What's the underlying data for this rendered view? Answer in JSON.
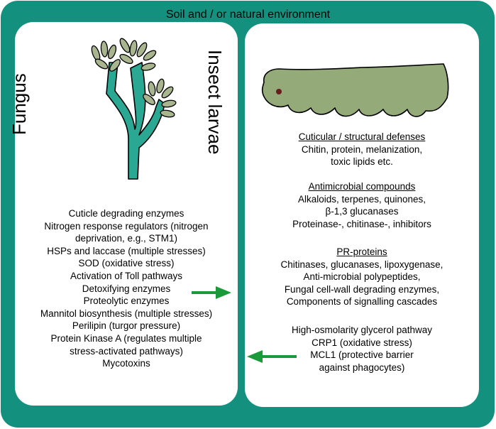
{
  "environment_title": "Soil and / or natural environment",
  "fungus": {
    "label": "Fungus",
    "items": [
      "Cuticle degrading enzymes",
      "Nitrogen response regulators (nitrogen",
      "deprivation, e.g., STM1)",
      "HSPs and laccase (multiple stresses)",
      "SOD (oxidative stress)",
      "Activation of Toll pathways",
      "Detoxifying enzymes",
      "Proteolytic enzymes",
      "Mannitol biosynthesis (multiple stresses)",
      "Perilipin (turgor pressure)",
      "Protein Kinase A (regulates multiple",
      "stress-activated pathways)",
      "Mycotoxins"
    ]
  },
  "insect": {
    "label": "Insect larvae",
    "cuticular": {
      "heading": "Cuticular / structural defenses",
      "lines": [
        "Chitin, protein, melanization,",
        "toxic lipids etc."
      ]
    },
    "antimicrobial": {
      "heading": "Antimicrobial compounds",
      "lines": [
        "Alkaloids, terpenes, quinones,",
        "β-1,3 glucanases",
        "Proteinase-, chitinase-, inhibitors"
      ]
    },
    "pr_proteins": {
      "heading": "PR-proteins",
      "lines": [
        "Chitinases, glucanases, lipoxygenase,",
        "Anti-microbial polypeptides,",
        "Fungal cell-wall degrading enzymes,",
        "Components of signalling cascades"
      ]
    },
    "fungal_virulence": {
      "lines": [
        "High-osmolarity glycerol pathway",
        "CRP1 (oxidative stress)",
        "MCL1 (protective barrier",
        "against phagocytes)"
      ]
    }
  },
  "colors": {
    "frame": "#14917e",
    "panel": "#ffffff",
    "arrow": "#1a9a3a",
    "fungus_body": "#2aa893",
    "spore": "#a9b58e",
    "larva": "#94aa78"
  },
  "icons": [
    "fungus-conidiophore-icon",
    "insect-larva-icon",
    "arrow-right-icon",
    "arrow-left-icon"
  ]
}
